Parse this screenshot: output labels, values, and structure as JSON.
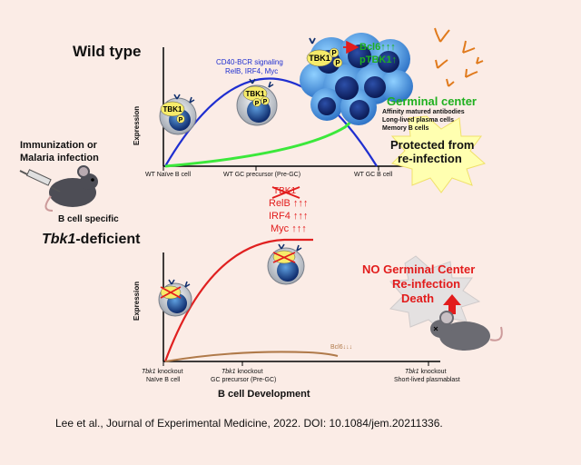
{
  "wild_type_title": "Wild type",
  "wt_signaling": {
    "line1": "CD40-BCR signaling",
    "line2": "RelB, IRF4, Myc"
  },
  "wt_axis": {
    "ylabel": "Expression",
    "tick_naive": "WT Naïve B cell",
    "tick_pregc": "WT GC precursor (Pre-GC)",
    "tick_gc": "WT GC B cell"
  },
  "gc_labels": {
    "bcl6": "Bcl6↑↑↑",
    "ptbk1": "pTBK1↑"
  },
  "germinal_center": {
    "title": "Germinal center",
    "line1": "Affinity matured antibodies",
    "line2": "Long-lived plasma cells",
    "line3": "Memory B cells"
  },
  "protected": {
    "line1": "Protected from",
    "line2": "re-infection"
  },
  "cell_labels": {
    "tbk1": "TBK1",
    "p": "P"
  },
  "left_panel": {
    "immunization_line1": "Immunization or",
    "immunization_line2": "Malaria infection",
    "b_cell_specific": "B cell specific"
  },
  "ko_title": {
    "gene": "Tbk1",
    "suffix": "-deficient"
  },
  "ko_markers": {
    "tbk1_struck": "TBK1",
    "relb": "RelB ↑↑↑",
    "irf4": "IRF4 ↑↑↑",
    "myc": "Myc ↑↑↑",
    "bcl6_low": "Bcl6↓↓↓"
  },
  "ko_axis": {
    "ylabel": "Expression",
    "tick1_gene": "Tbk1",
    "tick1_rest": " knockout",
    "tick1_line2": "Naïve B cell",
    "tick2_gene": "Tbk1",
    "tick2_rest": " knockout",
    "tick2_line2": "GC precursor (Pre-GC)",
    "tick3_gene": "Tbk1",
    "tick3_rest": " knockout",
    "tick3_line2": "Short-lived plasmablast",
    "xlabel": "B cell Development"
  },
  "outcome": {
    "line1": "NO Germinal Center",
    "line2": "Re-infection",
    "line3": "Death"
  },
  "citation": "Lee et al., Journal of Experimental Medicine, 2022. DOI: 10.1084/jem.20211336.",
  "colors": {
    "background": "#fbece6",
    "blue_curve": "#1f2fd0",
    "green_curve": "#3be83b",
    "red_curve": "#e02020",
    "brown_curve": "#b07a4a",
    "red_text": "#e21c1c",
    "green_text": "#1fb01f"
  }
}
